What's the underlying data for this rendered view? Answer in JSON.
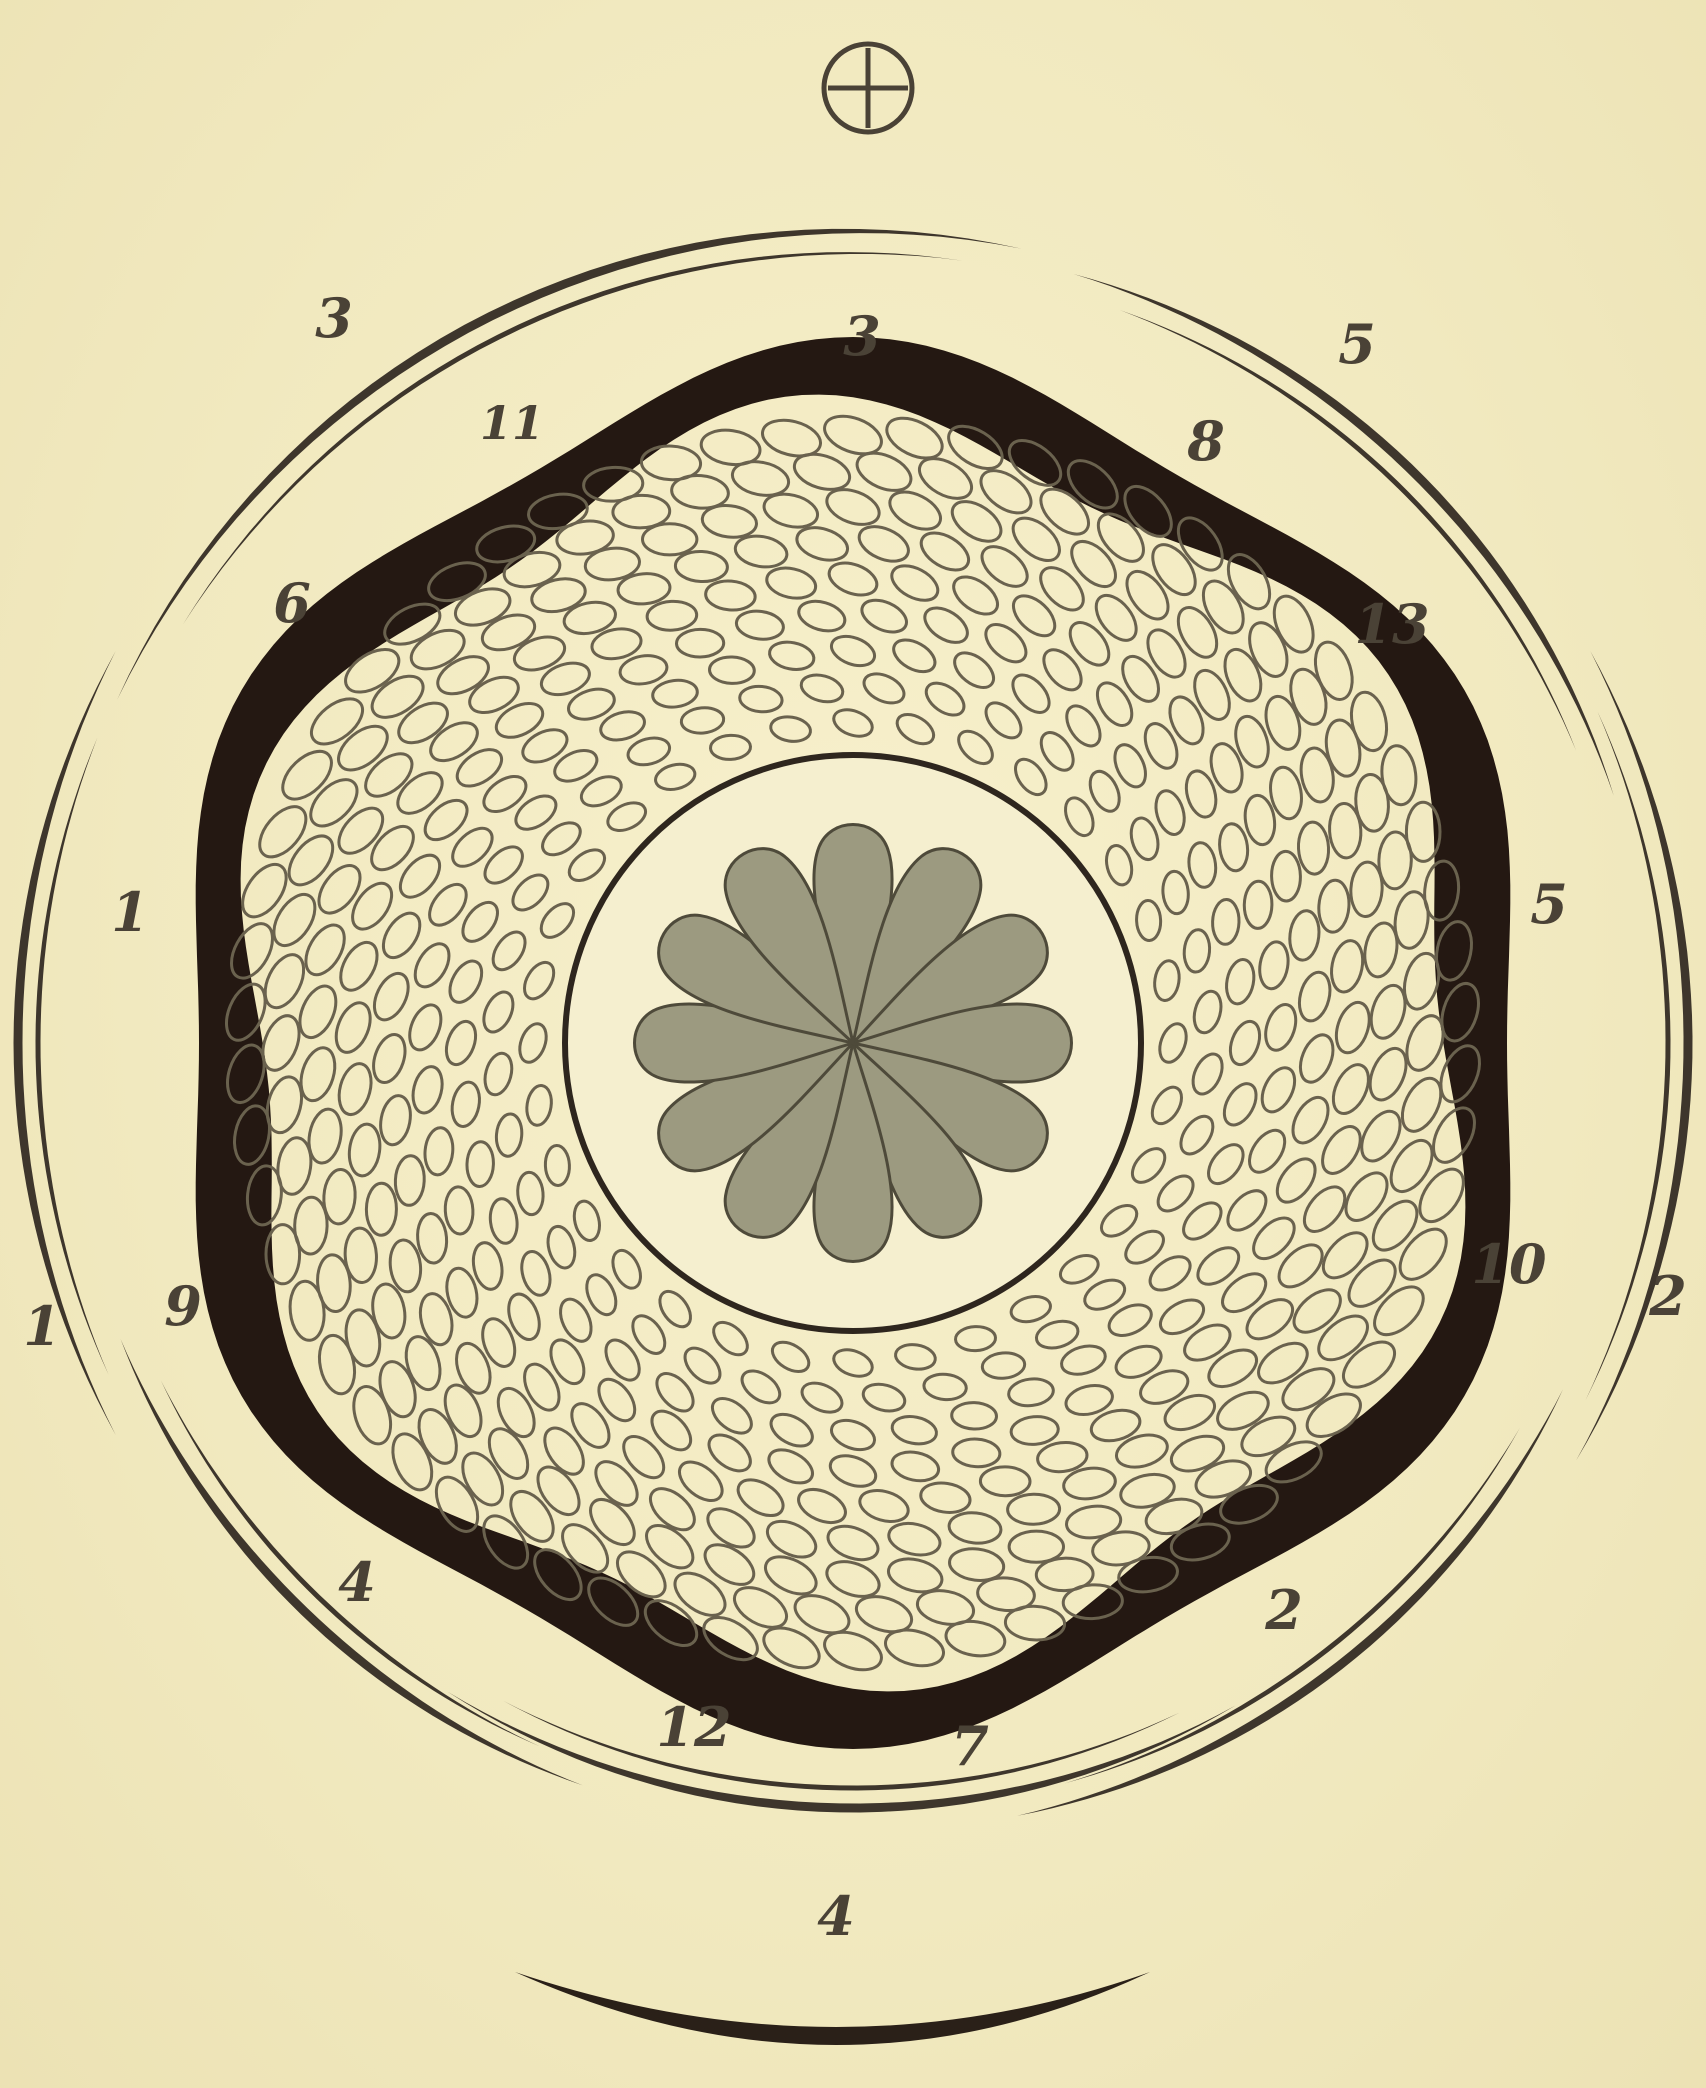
{
  "labels": {
    "top_3": "3",
    "outer_3": "3",
    "outer_5": "5",
    "i11": "11",
    "i8": "8",
    "i6": "6",
    "i13": "13",
    "left_1": "1",
    "right_5": "5",
    "i9": "9",
    "i10": "10",
    "far_1": "1",
    "far_2": "2",
    "i4": "4",
    "i2": "2",
    "i12": "12",
    "i7": "7",
    "bottom_4": "4"
  },
  "colors": {
    "paper": "#f3ecc2",
    "ink": "#3e362c",
    "dark": "#241812",
    "petal": "#9c9a80"
  },
  "center_petal_count": 12,
  "symbols": {
    "top": "circle-cross-icon"
  }
}
